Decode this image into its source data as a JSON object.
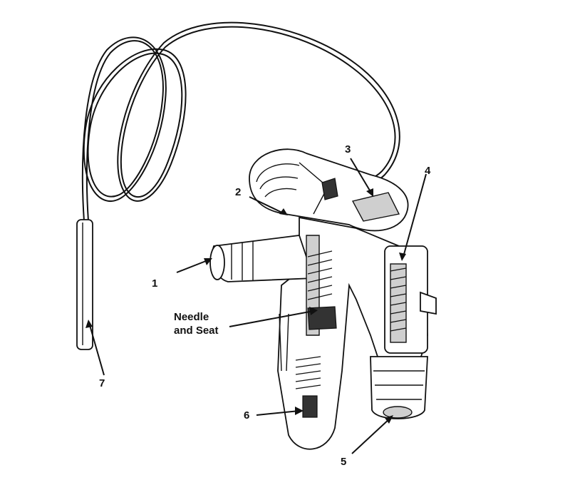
{
  "labels": {
    "l1": "1",
    "l2": "2",
    "l3": "3",
    "l4": "4",
    "l5": "5",
    "l6": "6",
    "l7": "7",
    "needle_line1": "Needle",
    "needle_line2": "and Seat"
  }
}
